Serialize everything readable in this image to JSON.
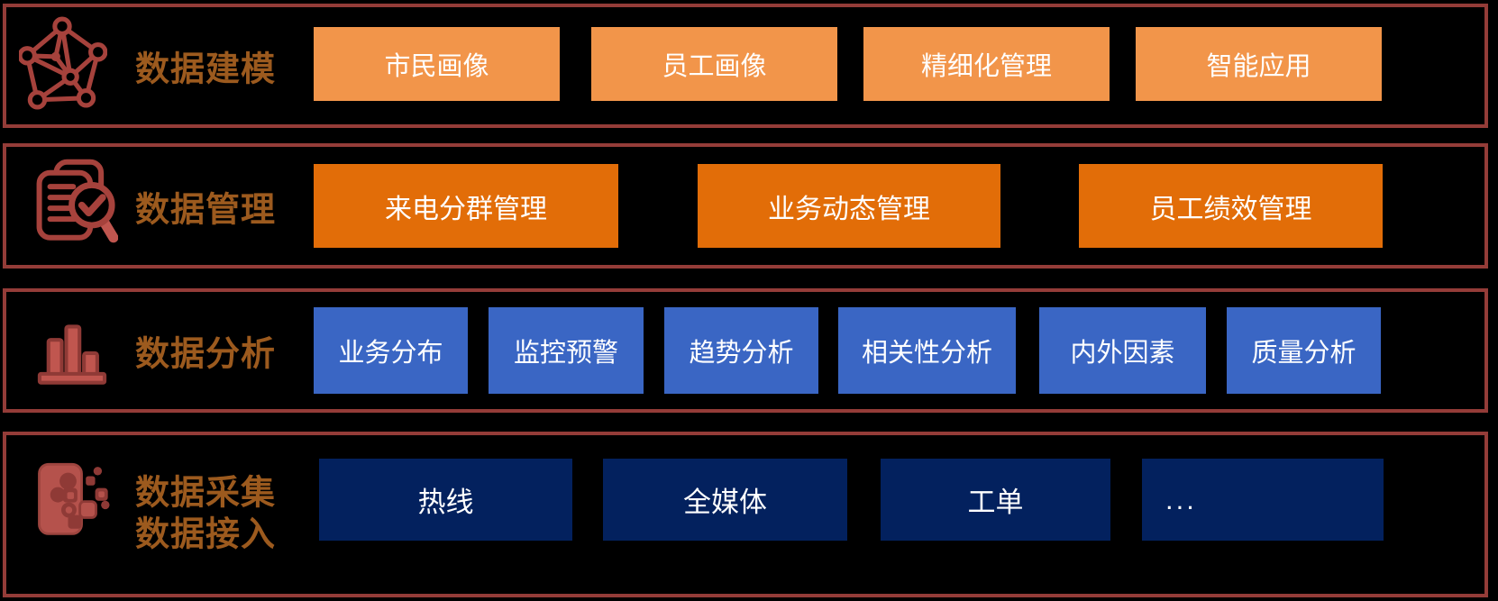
{
  "colors": {
    "background": "#000000",
    "layer_border": "#943C38",
    "layer_title_text": "#9C5A1E",
    "icon_red": "#A6423C",
    "icon_red_light": "#C0564F",
    "icon_red_dark": "#8F3A36",
    "modeling_box": "#F2954A",
    "management_box": "#E26D08",
    "analysis_box": "#3A66C4",
    "collection_box": "#03215E",
    "box_text": "#FFFFFF"
  },
  "rows": [
    {
      "id": "data-modeling",
      "label": "数据建模",
      "icon": "network-graph-icon",
      "boxes": [
        "市民画像",
        "员工画像",
        "精细化管理",
        "智能应用"
      ]
    },
    {
      "id": "data-management",
      "label": "数据管理",
      "icon": "document-audit-magnifier-icon",
      "boxes": [
        "来电分群管理",
        "业务动态管理",
        "员工绩效管理"
      ]
    },
    {
      "id": "data-analysis",
      "label": "数据分析",
      "icon": "bar-chart-icon",
      "boxes": [
        "业务分布",
        "监控预警",
        "趋势分析",
        "相关性分析",
        "内外因素",
        "质量分析"
      ]
    },
    {
      "id": "data-collection",
      "label_line1": "数据采集",
      "label_line2": "数据接入",
      "icon": "data-collection-icon",
      "boxes": [
        "热线",
        "全媒体",
        "工单",
        "..."
      ]
    }
  ]
}
